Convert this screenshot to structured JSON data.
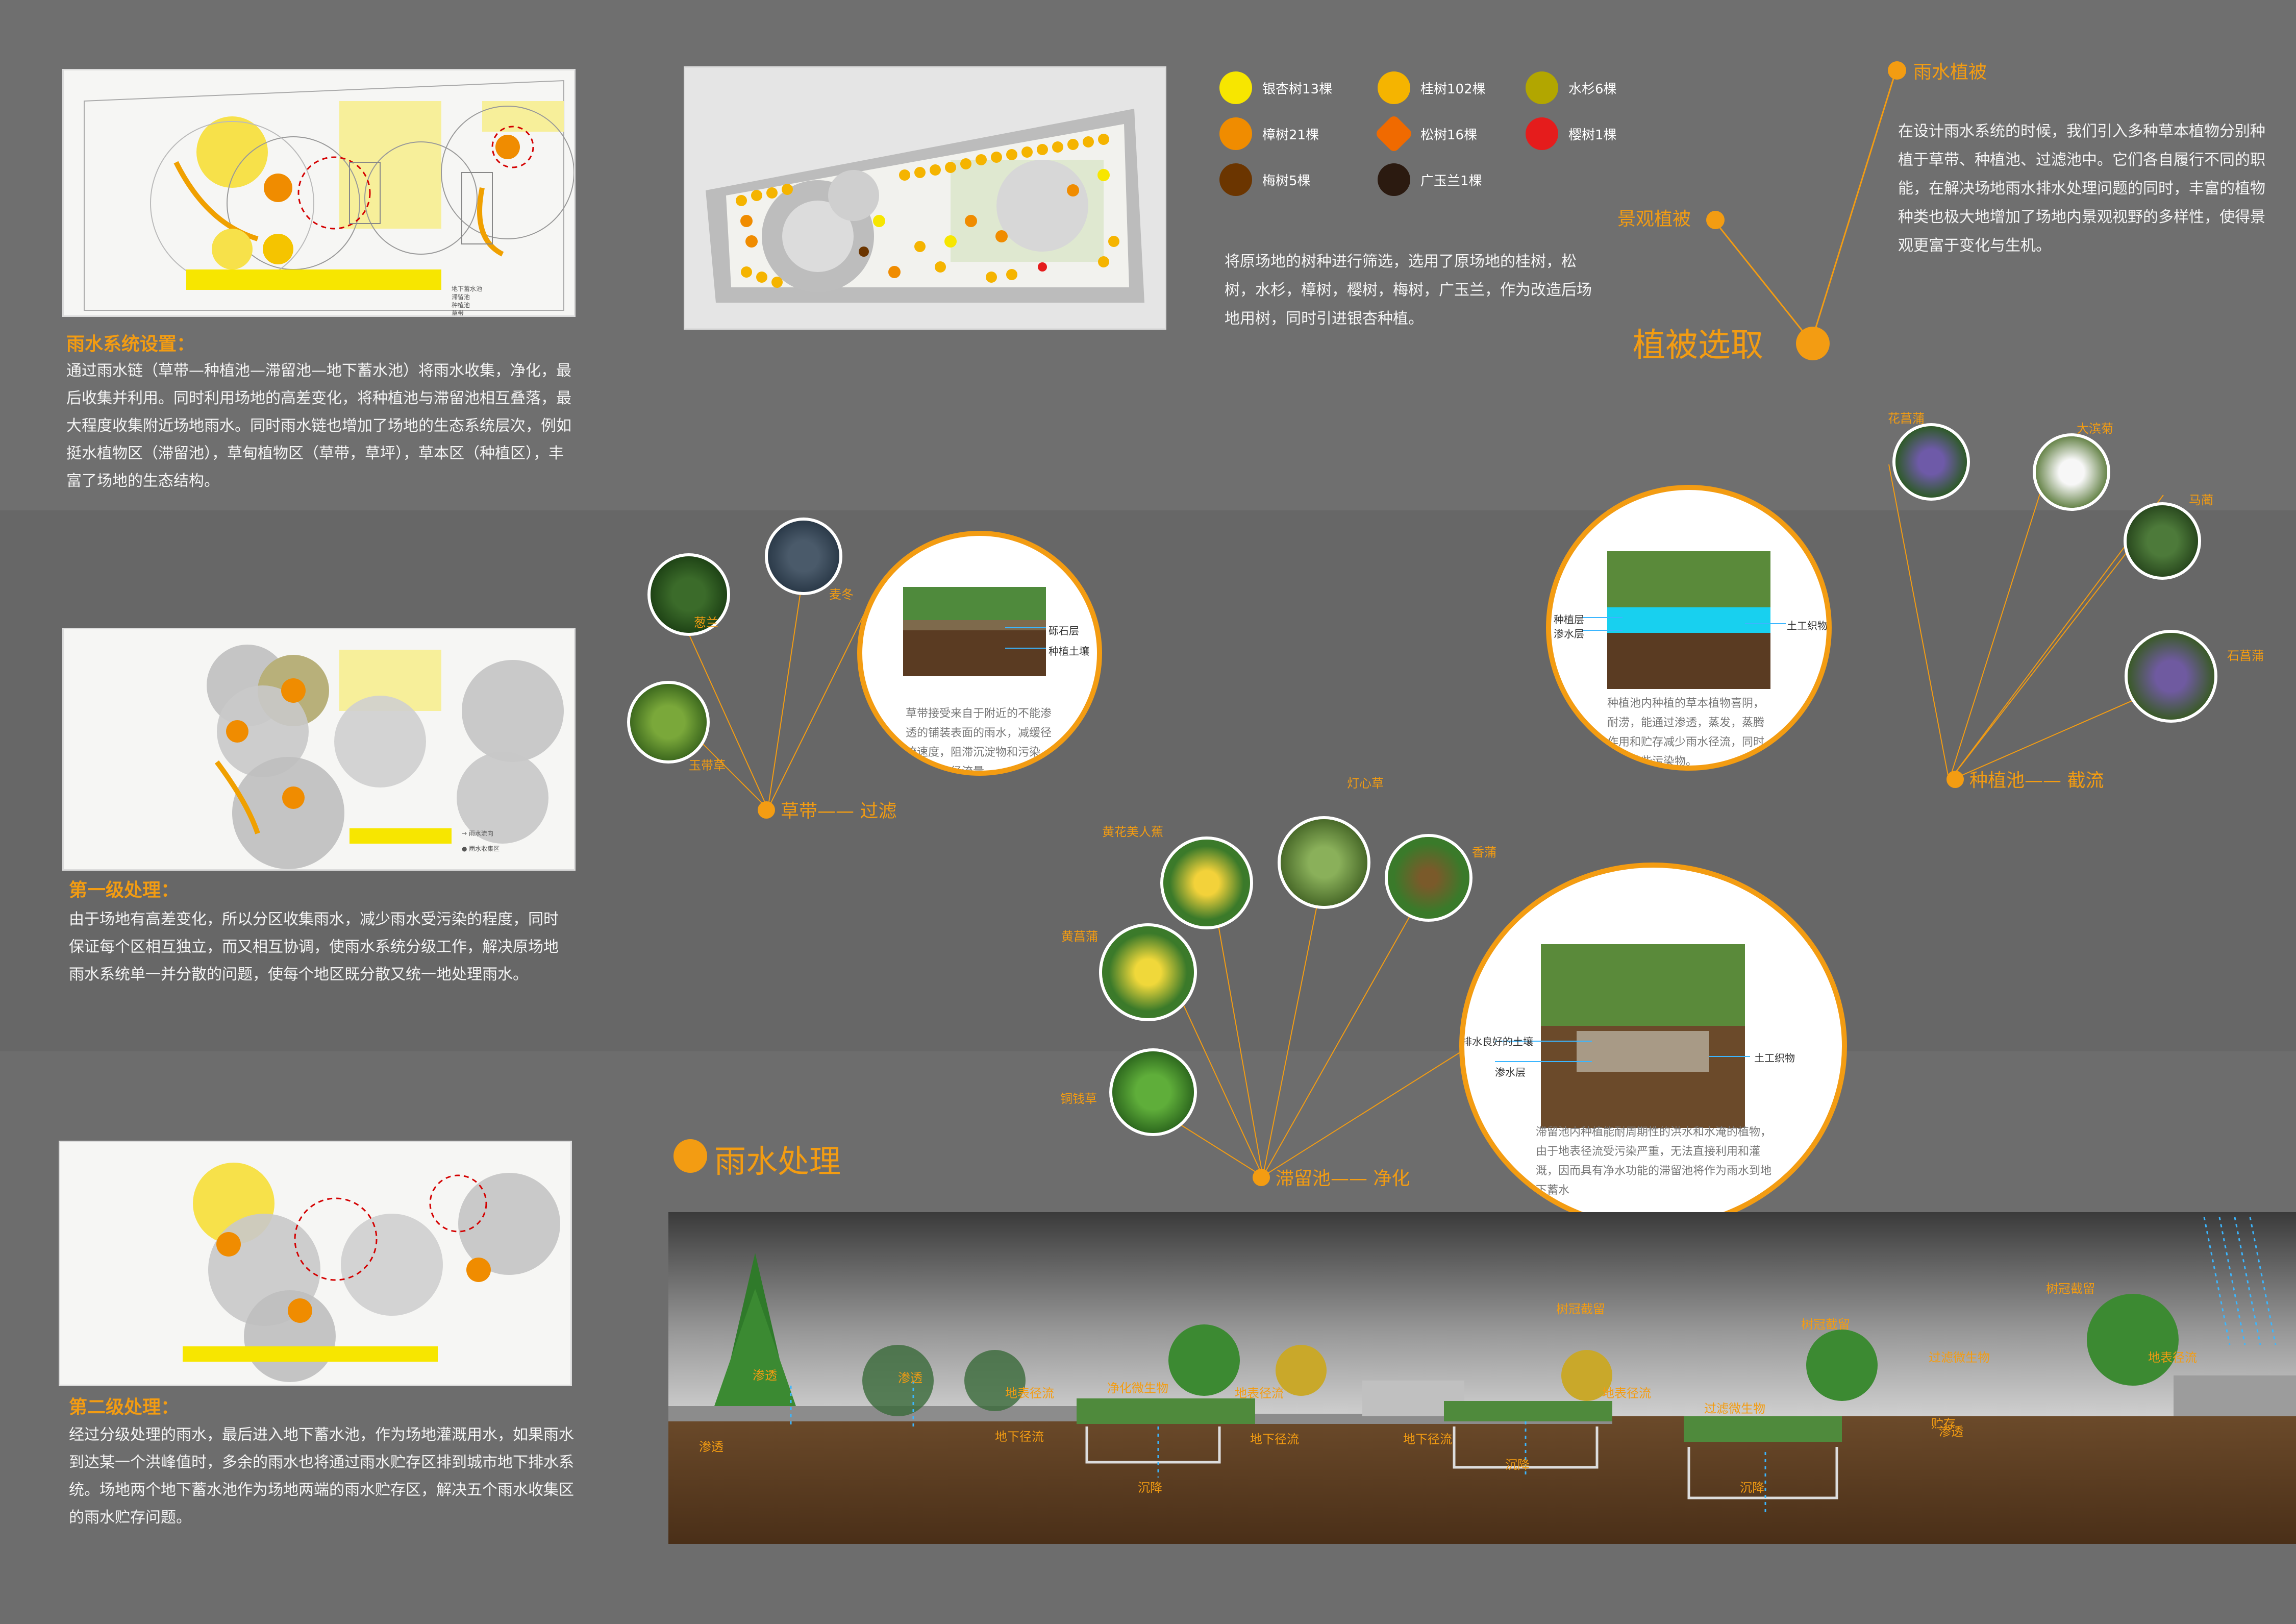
{
  "left": {
    "section1": {
      "title": "雨水系统设置：",
      "text": "通过雨水链（草带—种植池—滞留池—地下蓄水池）将雨水收集，净化，最后收集并利用。同时利用场地的高差变化，将种植池与滞留池相互叠落，最大程度收集附近场地雨水。同时雨水链也增加了场地的生态系统层次，例如挺水植物区（滞留池），草甸植物区（草带，草坪），草本区（种植区），丰富了场地的生态结构。"
    },
    "map1_legend": [
      "地下蓄水池",
      "滞留池",
      "种植池",
      "草带"
    ],
    "section2": {
      "title": "第一级处理：",
      "text": "由于场地有高差变化，所以分区收集雨水，减少雨水受污染的程度，同时保证每个区相互独立，而又相互协调，使雨水系统分级工作，解决原场地雨水系统单一并分散的问题，使每个地区既分散又统一地处理雨水。"
    },
    "map2_legend": [
      "雨水流向",
      "雨水收集区"
    ],
    "section3": {
      "title": "第二级处理：",
      "text": "经过分级处理的雨水，最后进入地下蓄水池，作为场地灌溉用水，如果雨水到达某一个洪峰值时，多余的雨水也将通过雨水贮存区排到城市地下排水系统。场地两个地下蓄水池作为场地两端的雨水贮存区，解决五个雨水收集区的雨水贮存问题。"
    }
  },
  "trees": {
    "legend": [
      {
        "label": "银杏树13棵",
        "color": "#f7e600"
      },
      {
        "label": "桂树102棵",
        "color": "#f5b400"
      },
      {
        "label": "水杉6棵",
        "color": "#b2a600"
      },
      {
        "label": "樟树21棵",
        "color": "#f08c00"
      },
      {
        "label": "松树16棵",
        "color": "#f06a00"
      },
      {
        "label": "樱树1棵",
        "color": "#e51c1c"
      },
      {
        "label": "梅树5棵",
        "color": "#6b3500"
      },
      {
        "label": "广玉兰1棵",
        "color": "#2b1a10"
      }
    ],
    "text": "将原场地的树种进行筛选，选用了原场地的桂树，松树，水杉，樟树，樱树，梅树，广玉兰，作为改造后场地用树，同时引进银杏种植。"
  },
  "vegetation": {
    "title": "植被选取",
    "node1": "雨水植被",
    "node2": "景观植被",
    "text": "在设计雨水系统的时候，我们引入多种草本植物分别种植于草带、种植池、过滤池中。它们各自履行不同的职能，在解决场地雨水排水处理问题的同时，丰富的植物种类也极大地增加了场地内景观视野的多样性，使得景观更富于变化与生机。"
  },
  "grassband": {
    "label": "草带—— 过滤",
    "plants": [
      "葱兰",
      "麦冬",
      "玉带草"
    ],
    "layers": [
      "砾石层",
      "种植土壤"
    ],
    "caption": "草带接受来自于附近的不能渗透的铺装表面的雨水，减缓径流速度，阻滞沉淀物和污染物，减少径流量"
  },
  "planter": {
    "label": "种植池—— 截流",
    "plants": [
      "花菖蒲",
      "大滨菊",
      "马蔺",
      "石菖蒲"
    ],
    "layers": [
      "种植层",
      "渗水层",
      "土工织物"
    ],
    "caption": "种植池内种植的草本植物喜阴，耐涝，能通过渗透，蒸发，蒸腾作用和贮存减少雨水径流，同时减少某些污染物。"
  },
  "retention": {
    "label": "滞留池—— 净化",
    "plants": [
      "灯心草",
      "黄花美人蕉",
      "香蒲",
      "黄菖蒲",
      "铜钱草"
    ],
    "layers": [
      "排水良好的土壤",
      "渗水层",
      "土工织物"
    ],
    "caption": "滞留池内种植能耐周期性的洪水和水淹的植物，由于地表径流受污染严重，无法直接利用和灌溉，因而具有净水功能的滞留池将作为雨水到地下蓄水"
  },
  "rain": {
    "title": "雨水处理",
    "labels_orange": [
      "渗透",
      "渗透",
      "渗透",
      "沉降",
      "沉降",
      "沉降",
      "地下径流",
      "地下径流",
      "地下径流",
      "贮存",
      "渗透"
    ],
    "labels_white": [
      "树冠截留",
      "树冠截留",
      "树冠截留",
      "地表径流",
      "地表径流",
      "地表径流",
      "地表径流",
      "净化微生物",
      "过滤微生物",
      "过滤微生物"
    ]
  }
}
